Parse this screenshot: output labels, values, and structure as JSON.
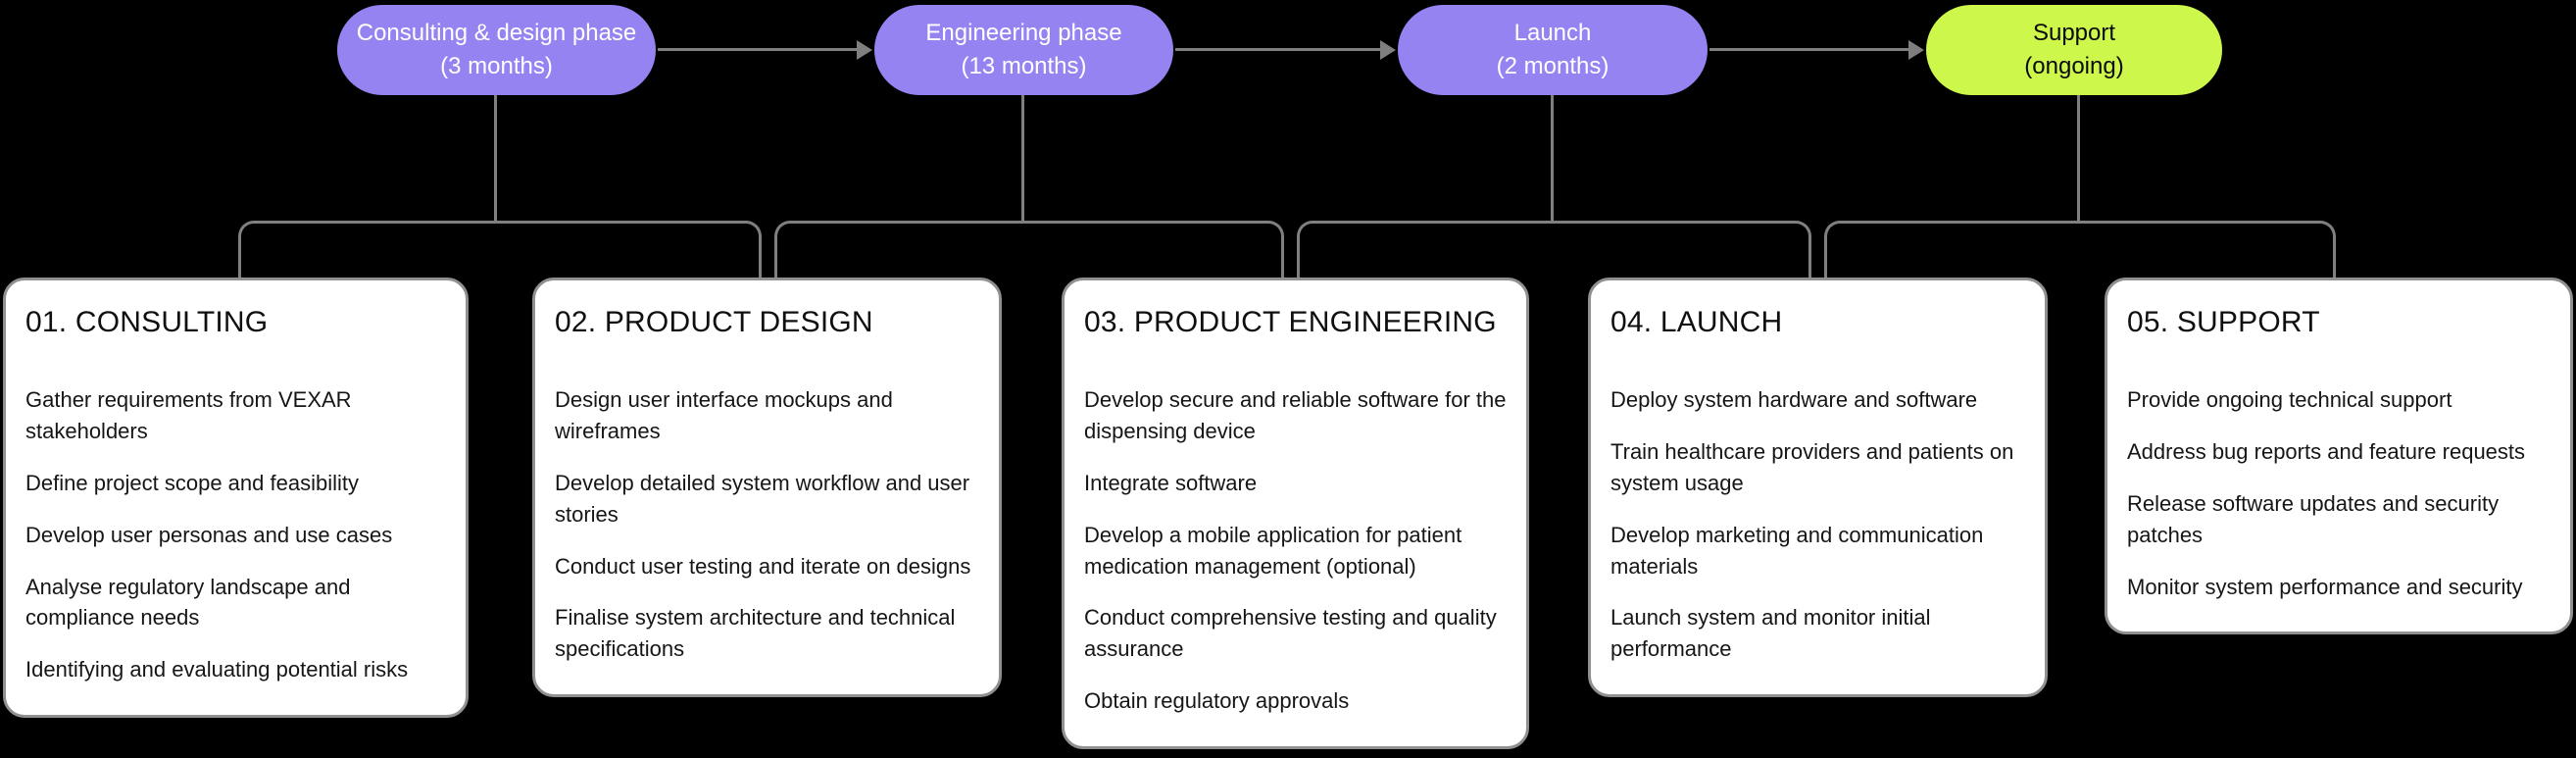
{
  "colors": {
    "background": "#000000",
    "phase_purple": "#9583F1",
    "phase_lime": "#CDF84B",
    "phase_text_light": "#FFFFFF",
    "phase_text_dark": "#0A0A0A",
    "connector_gray": "#7F7F7F",
    "card_background": "#FFFFFF",
    "card_border": "#909090",
    "card_text": "#161616"
  },
  "phases": [
    {
      "name": "Consulting & design phase",
      "duration": "(3 months)",
      "color": "purple"
    },
    {
      "name": "Engineering phase",
      "duration": "(13 months)",
      "color": "purple"
    },
    {
      "name": "Launch",
      "duration": "(2 months)",
      "color": "purple"
    },
    {
      "name": "Support",
      "duration": "(ongoing)",
      "color": "lime"
    }
  ],
  "cards": [
    {
      "title": "01. CONSULTING",
      "items": [
        "Gather requirements from VEXAR stakeholders",
        "Define project scope and feasibility",
        "Develop user personas and use cases",
        "Analyse regulatory landscape and compliance needs",
        "Identifying and evaluating potential risks"
      ]
    },
    {
      "title": "02. PRODUCT DESIGN",
      "items": [
        "Design user interface mockups and wireframes",
        "Develop detailed system workflow and user stories",
        "Conduct user testing and iterate on designs",
        "Finalise system architecture and technical specifications"
      ]
    },
    {
      "title": "03. PRODUCT ENGINEERING",
      "items": [
        "Develop secure and reliable software for the dispensing device",
        "Integrate software",
        "Develop a mobile application for patient medication management (optional)",
        "Conduct comprehensive testing and quality assurance",
        "Obtain regulatory approvals"
      ]
    },
    {
      "title": "04. LAUNCH",
      "items": [
        "Deploy system hardware and software",
        "Train healthcare providers and patients on system usage",
        "Develop marketing and communication materials",
        "Launch system and monitor initial performance"
      ]
    },
    {
      "title": "05. SUPPORT",
      "items": [
        "Provide ongoing technical support",
        "Address bug reports and feature requests",
        "Release software updates and security patches",
        "Monitor system performance and security"
      ]
    }
  ]
}
